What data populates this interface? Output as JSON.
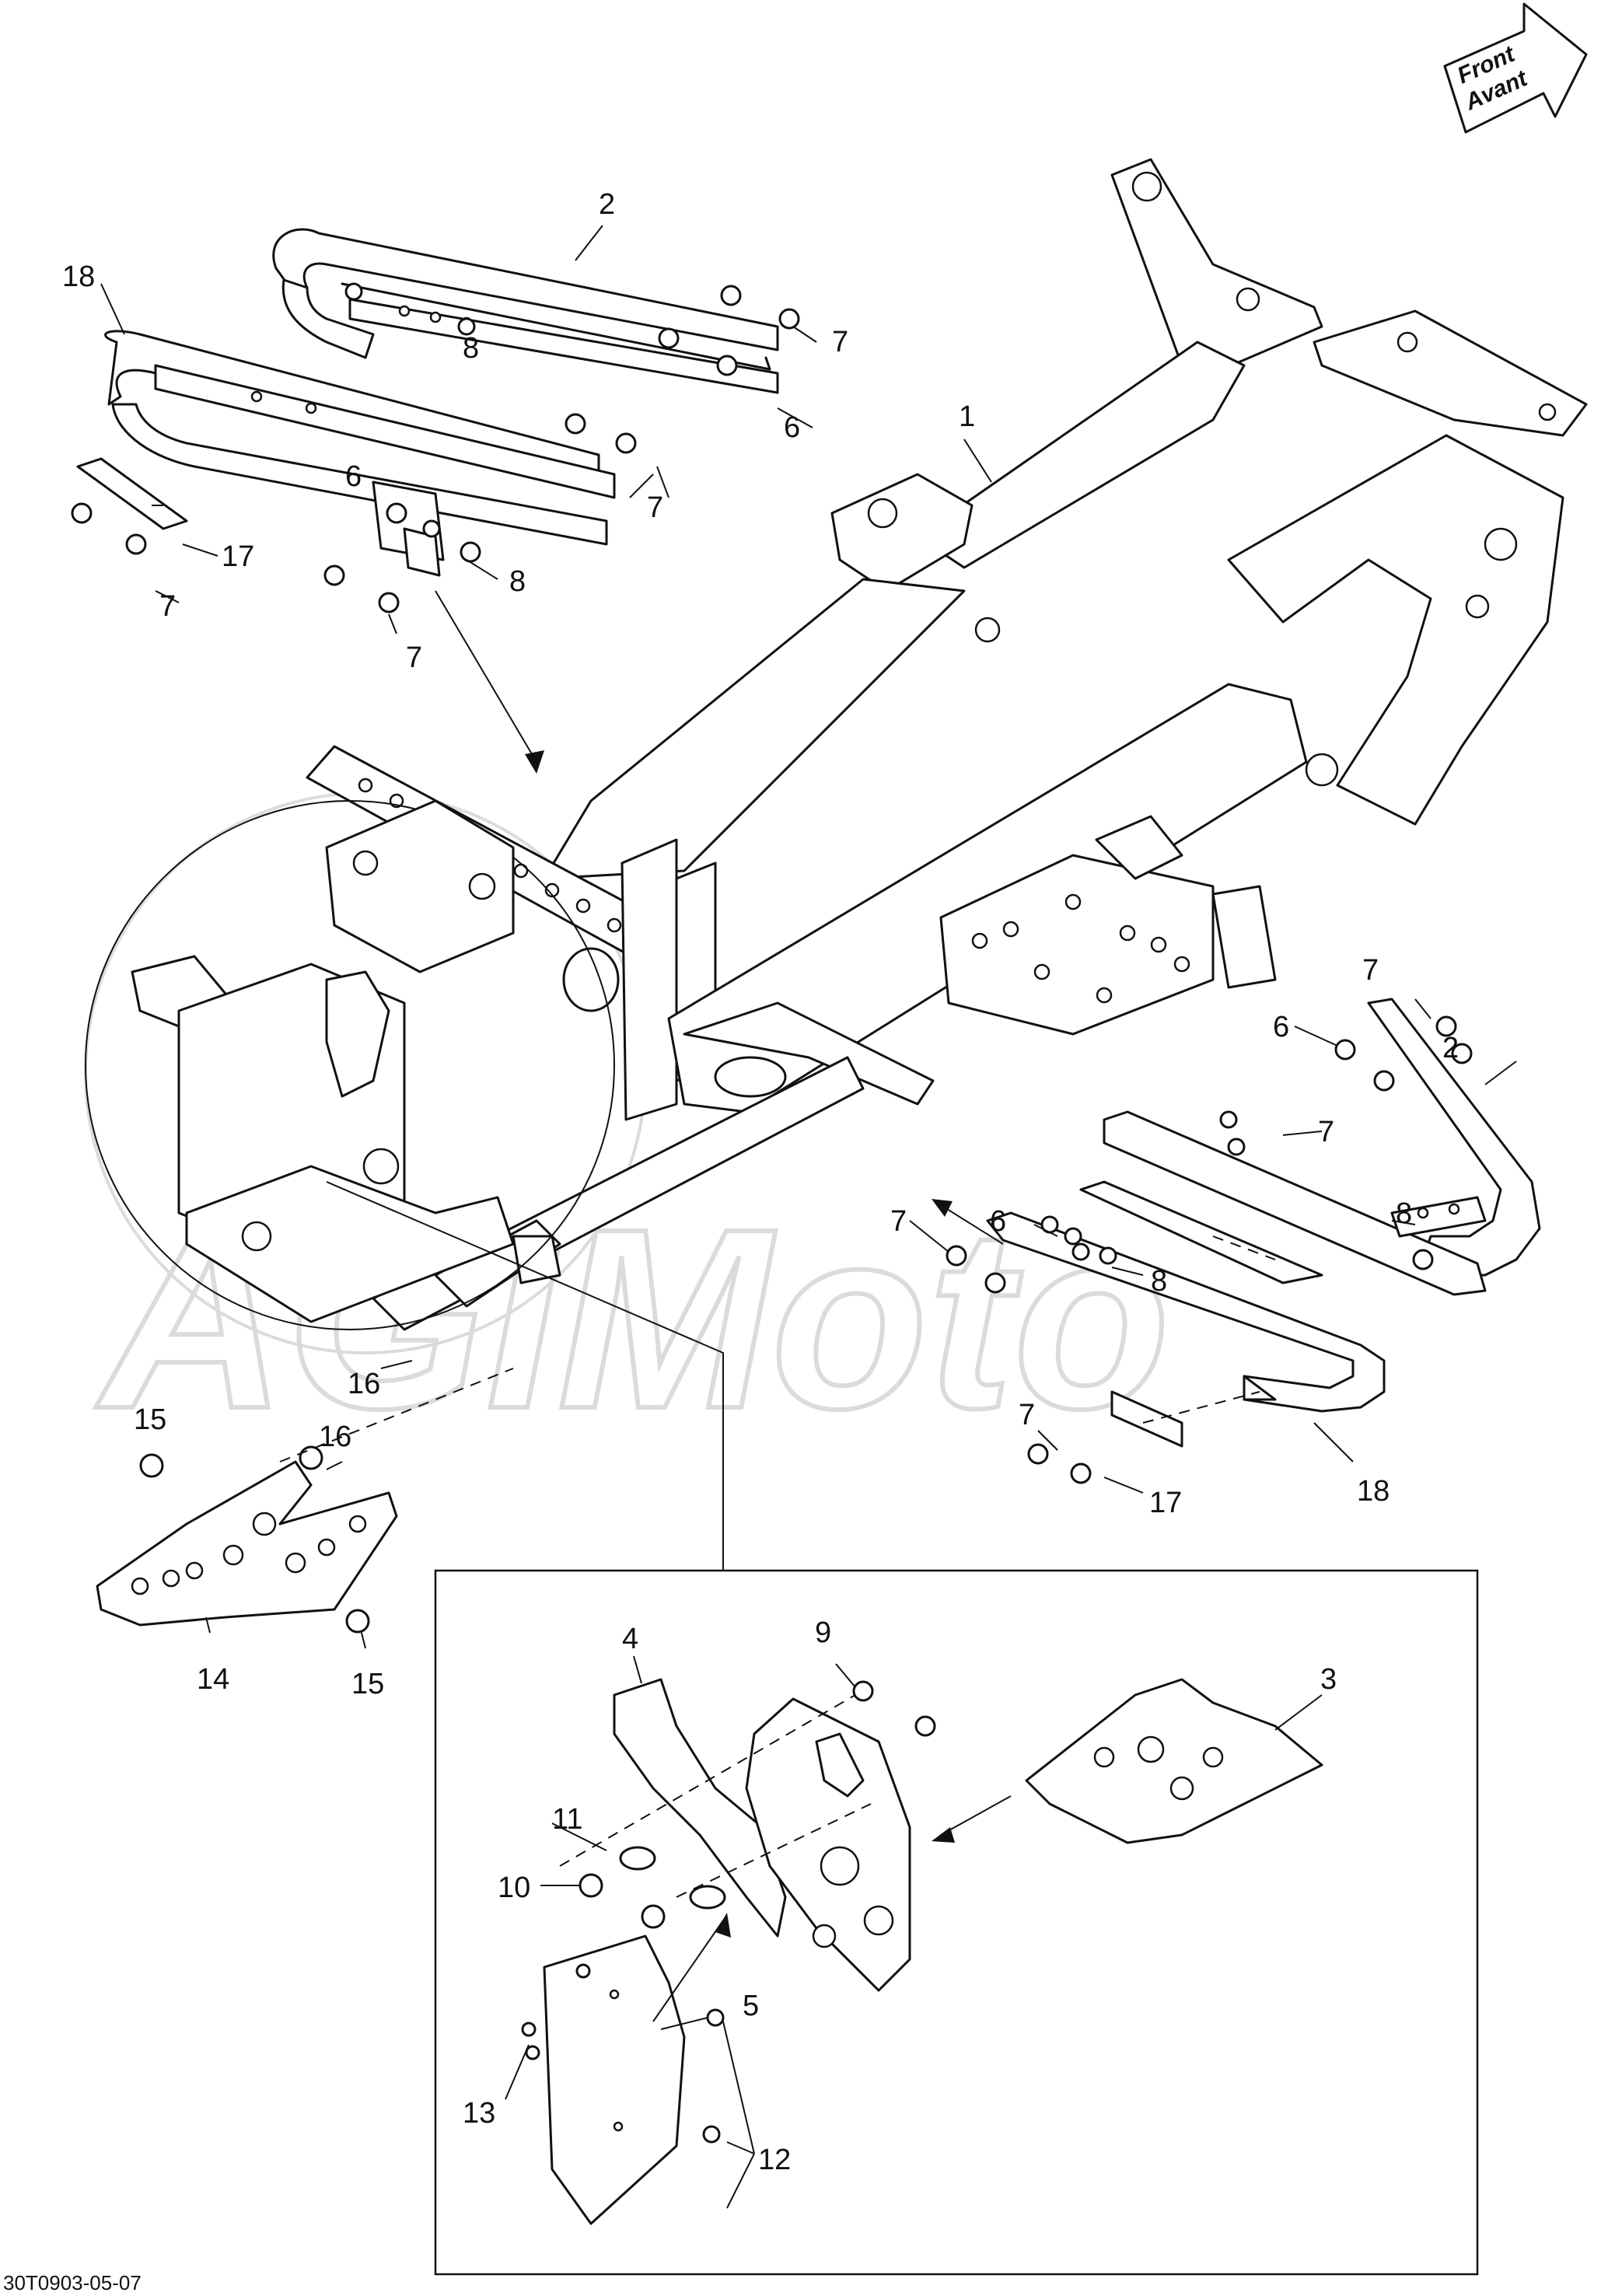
{
  "direction_badge": {
    "line1": "Front",
    "line2": "Avant"
  },
  "watermark": "AGIMoto",
  "diagram_code": "30T0903-05-07",
  "callouts": {
    "c1": "1",
    "c2a": "2",
    "c2b": "2",
    "c3": "3",
    "c4": "4",
    "c5": "5",
    "c6a": "6",
    "c6b": "6",
    "c6c": "6",
    "c6d": "6",
    "c7a": "7",
    "c7b": "7",
    "c7c": "7",
    "c7d": "7",
    "c7e": "7",
    "c7f": "7",
    "c7g": "7",
    "c7h": "7",
    "c8a": "8",
    "c8b": "8",
    "c8c": "8",
    "c8d": "8",
    "c9": "9",
    "c10": "10",
    "c11": "11",
    "c12": "12",
    "c13": "13",
    "c14": "14",
    "c15a": "15",
    "c15b": "15",
    "c16a": "16",
    "c16b": "16",
    "c17a": "17",
    "c17b": "17",
    "c18a": "18",
    "c18b": "18"
  }
}
